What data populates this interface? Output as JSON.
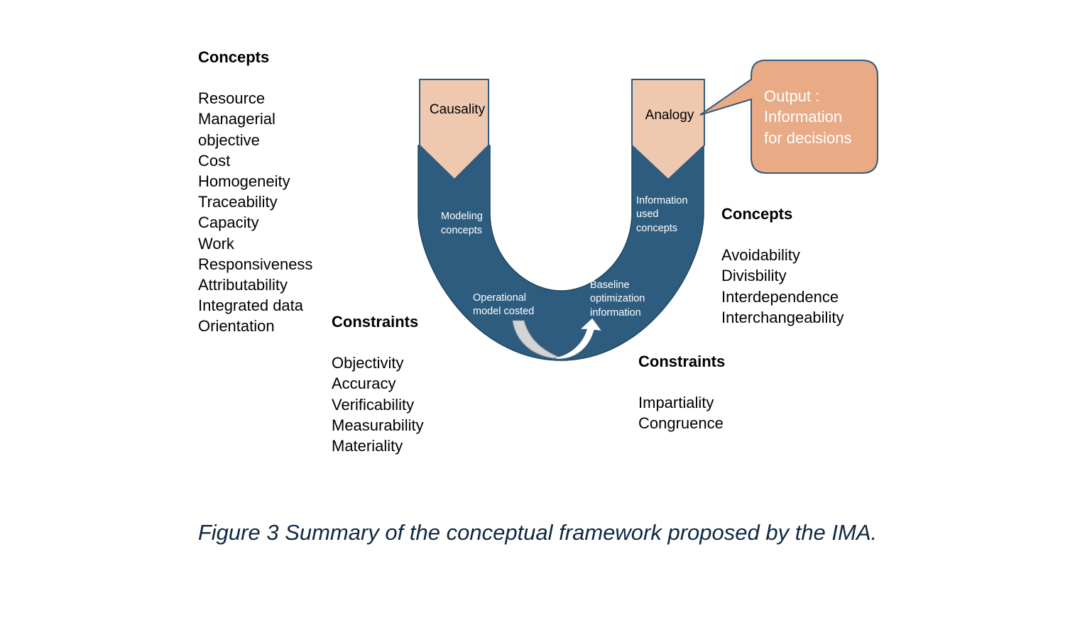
{
  "left_concepts": {
    "heading": "Concepts",
    "items": [
      "Resource",
      "Managerial",
      "objective",
      "Cost",
      "Homogeneity",
      "Traceability",
      "Capacity",
      "Work",
      "Responsiveness",
      "Attributability",
      "Integrated data",
      "Orientation"
    ]
  },
  "mid_constraints": {
    "heading": "Constraints",
    "items": [
      "Objectivity",
      "Accuracy",
      "Verificability",
      "Measurability",
      "Materiality"
    ]
  },
  "right_concepts": {
    "heading": "Concepts",
    "items": [
      "Avoidability",
      "Divisbility",
      "Interdependence",
      "Interchangeability"
    ]
  },
  "right_constraints": {
    "heading": "Constraints",
    "items": [
      "Impartiality",
      "Congruence"
    ]
  },
  "u_diagram": {
    "left_arrow": "Causality",
    "right_arrow": "Analogy",
    "modeling": [
      "Modeling",
      "concepts"
    ],
    "information_used": [
      "Information",
      "used",
      "concepts"
    ],
    "operational": [
      "Operational",
      "model costed"
    ],
    "baseline": [
      "Baseline",
      "optimization",
      "information"
    ],
    "output": [
      "Output :",
      "Information",
      "for decisions"
    ]
  },
  "colors": {
    "u_fill": "#2e5c7f",
    "arrow_fill": "#efc8b0",
    "callout_fill": "#e8ab86",
    "callout_stroke": "#345b78",
    "caption": "#0e2841"
  },
  "caption": "Figure 3 Summary of the conceptual framework proposed by the IMA."
}
